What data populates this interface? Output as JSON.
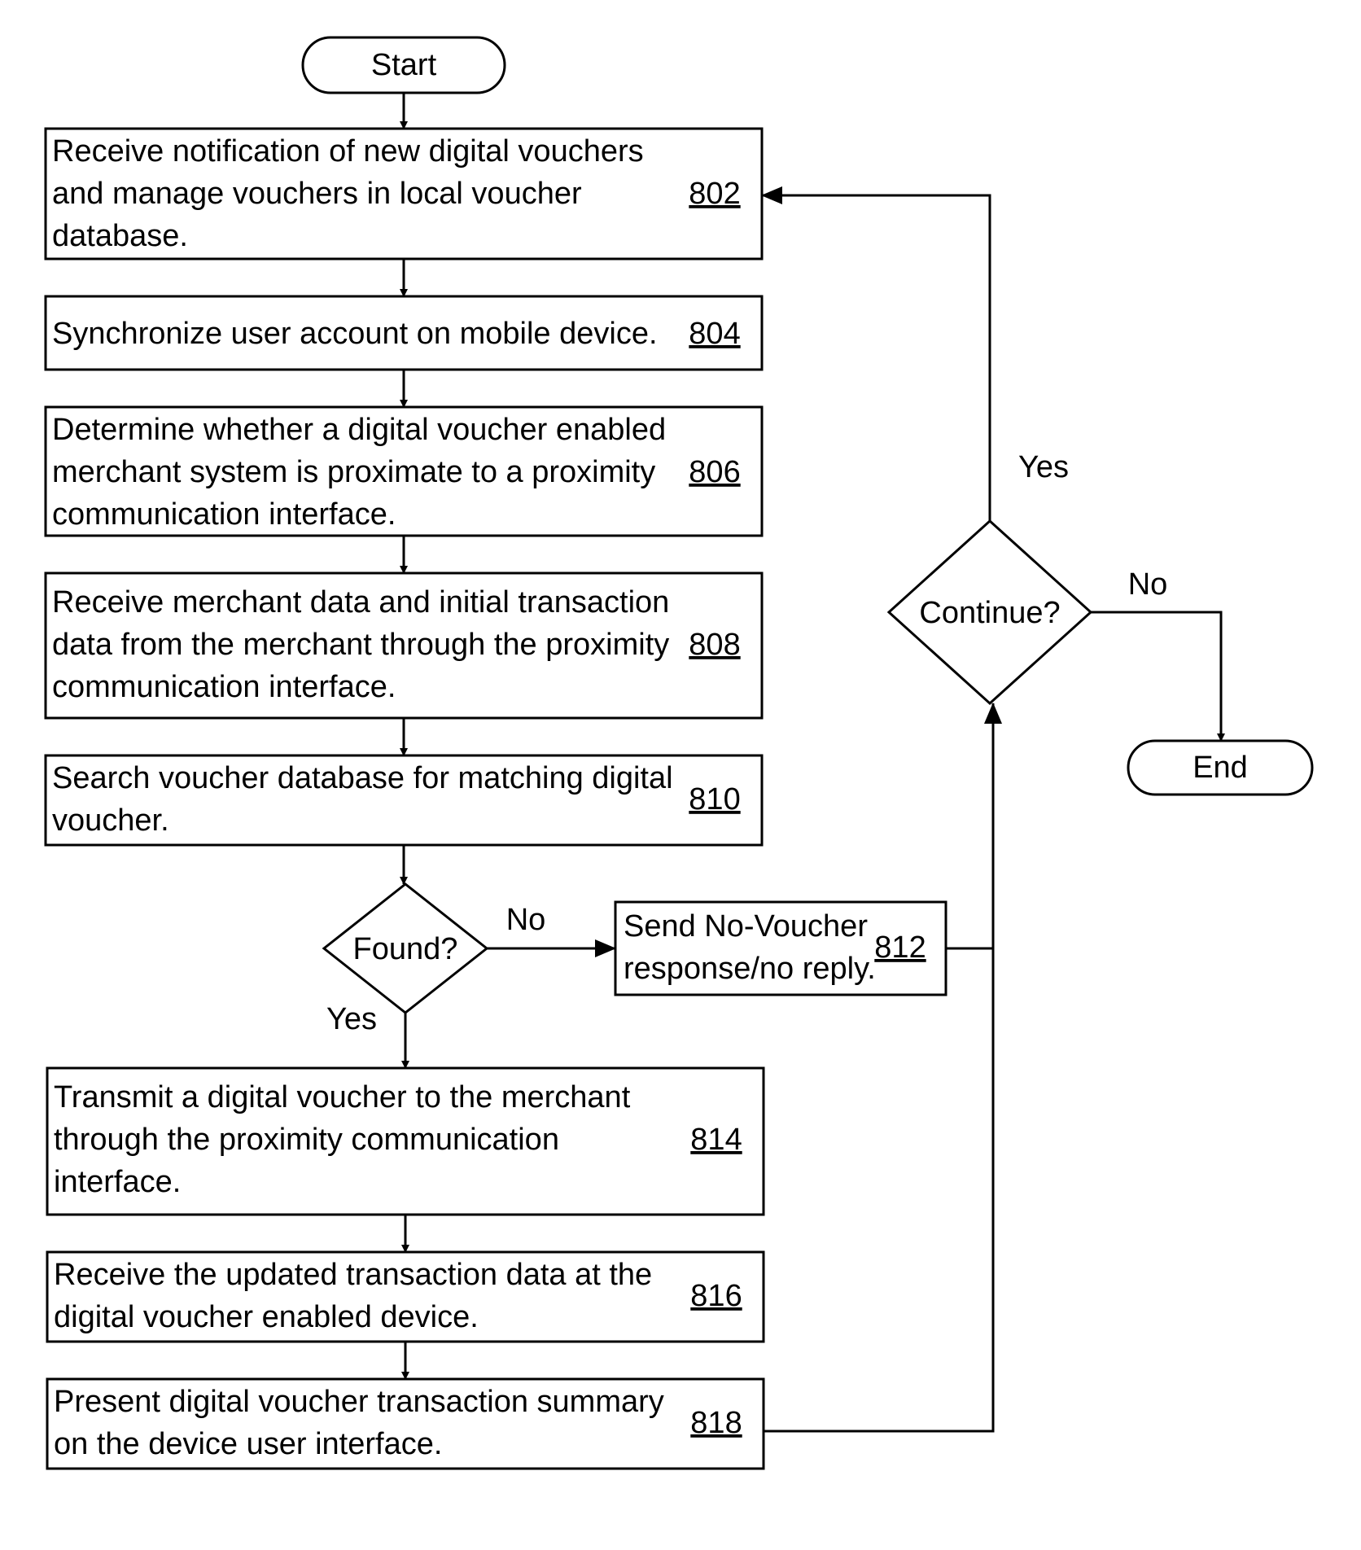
{
  "terminals": {
    "start": "Start",
    "end": "End"
  },
  "steps": {
    "s802": {
      "lines": [
        "Receive notification of new digital vouchers",
        "and manage vouchers in local voucher",
        "database."
      ],
      "ref": "802"
    },
    "s804": {
      "lines": [
        "Synchronize user account on mobile device."
      ],
      "ref": "804"
    },
    "s806": {
      "lines": [
        "Determine whether a digital voucher enabled",
        "merchant system is proximate to a proximity",
        "communication interface."
      ],
      "ref": "806"
    },
    "s808": {
      "lines": [
        "Receive merchant data and initial transaction",
        "data from the merchant through the proximity",
        "communication interface."
      ],
      "ref": "808"
    },
    "s810": {
      "lines": [
        "Search voucher database for matching digital",
        "voucher."
      ],
      "ref": "810"
    },
    "s812": {
      "lines": [
        "Send No-Voucher",
        "response/no reply."
      ],
      "ref": "812"
    },
    "s814": {
      "lines": [
        "Transmit a digital voucher to the merchant",
        "through the proximity communication",
        "interface."
      ],
      "ref": "814"
    },
    "s816": {
      "lines": [
        "Receive the updated transaction data at the",
        "digital voucher enabled device."
      ],
      "ref": "816"
    },
    "s818": {
      "lines": [
        "Present digital voucher transaction summary",
        "on the device user interface."
      ],
      "ref": "818"
    }
  },
  "decisions": {
    "found": {
      "question": "Found?",
      "yes": "Yes",
      "no": "No"
    },
    "continue": {
      "question": "Continue?",
      "yes": "Yes",
      "no": "No"
    }
  }
}
